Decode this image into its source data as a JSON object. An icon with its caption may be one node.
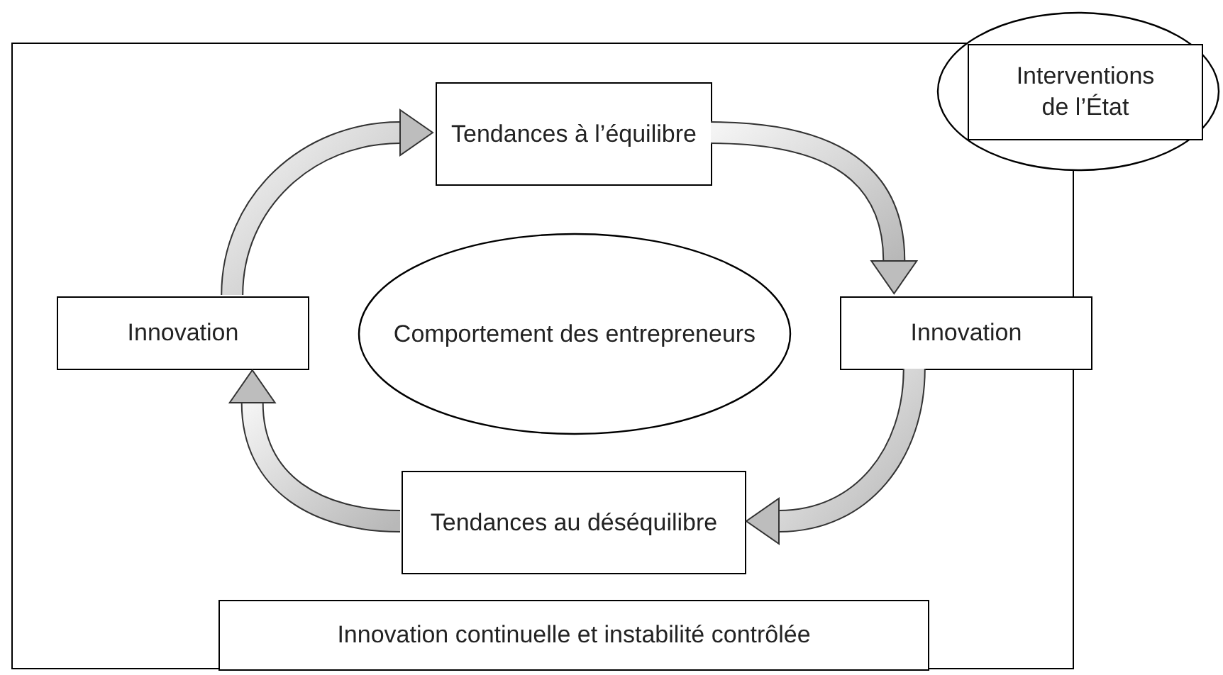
{
  "diagram": {
    "nodes": [
      {
        "text": [],
        "shape": "box"
      },
      {
        "text": [],
        "shape": "ellipse"
      },
      {
        "text": [
          "Interventions de l’État"
        ],
        "in": 1
      },
      {
        "text": [
          "Tendances à l’équilibre"
        ],
        "in": 0
      },
      {
        "text": [
          "Innovation"
        ],
        "in": 0
      },
      {
        "text": [
          "Comportement des entrepreneurs"
        ],
        "in": 0
      },
      {
        "text": [
          "Innovation"
        ],
        "in": 0
      },
      {
        "text": [
          "Tendances au déséquilibre"
        ],
        "in": 0
      },
      {
        "text": [
          "Innovation continuelle et instabilité contrôlée"
        ],
        "in": 0
      }
    ],
    "edges": [
      {
        "from": 4,
        "to": 3,
        "arrow": "to"
      },
      {
        "from": 3,
        "to": 6,
        "arrow": "to"
      },
      {
        "from": 6,
        "to": 7,
        "arrow": "to"
      },
      {
        "from": 7,
        "to": 4,
        "arrow": "to"
      }
    ]
  }
}
